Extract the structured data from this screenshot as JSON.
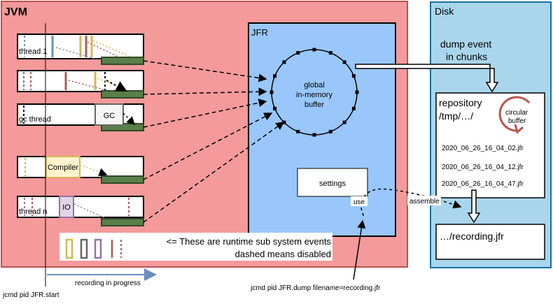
{
  "jvm": {
    "title": "JVM"
  },
  "jfr": {
    "title": "JFR",
    "buffer_label": [
      "global",
      "in-memory",
      "buffer"
    ],
    "settings_label": "settings"
  },
  "disk": {
    "title": "Disk",
    "dump_label": [
      "dump event",
      "in chunks"
    ],
    "repository_label": [
      "repository",
      "/tmp/…/"
    ],
    "circular_label": [
      "circular",
      "buffer"
    ],
    "chunks": [
      "2020_06_26_16_04_02.jfr",
      "2020_06_26_16_04_12.jfr",
      "2020_06_26_16_04_47.jfr"
    ],
    "recording_file": "…/recording.jfr"
  },
  "threads": [
    {
      "label": "thread 1",
      "box": ""
    },
    {
      "label": "",
      "box": ""
    },
    {
      "label": "gc thread",
      "box": "GC"
    },
    {
      "label": "",
      "box": "Compiler"
    },
    {
      "label": "thread n",
      "box": "IO"
    }
  ],
  "legend": {
    "line1": "<= These are runtime sub system events",
    "line2": "dashed means disabled"
  },
  "labels": {
    "use": "use",
    "assemble": "assemble",
    "recording_progress": "recording in progress",
    "start_cmd": "jcmd pid JFR.start",
    "dump_cmd": "jcmd pid JFR.dump filename=recording.jfr"
  },
  "colors": {
    "jvm_bg": "#f49a9a",
    "jfr_bg": "#99c7fb",
    "disk_bg": "#a9d6ec",
    "disk_border": "#1a6e9e",
    "buffer_green": "#5b7f4a",
    "event_blue": "#6c8ebf",
    "event_yellow": "#d6b656",
    "event_red": "#b85450",
    "event_purple": "#9673a6",
    "event_grey": "#666666"
  }
}
